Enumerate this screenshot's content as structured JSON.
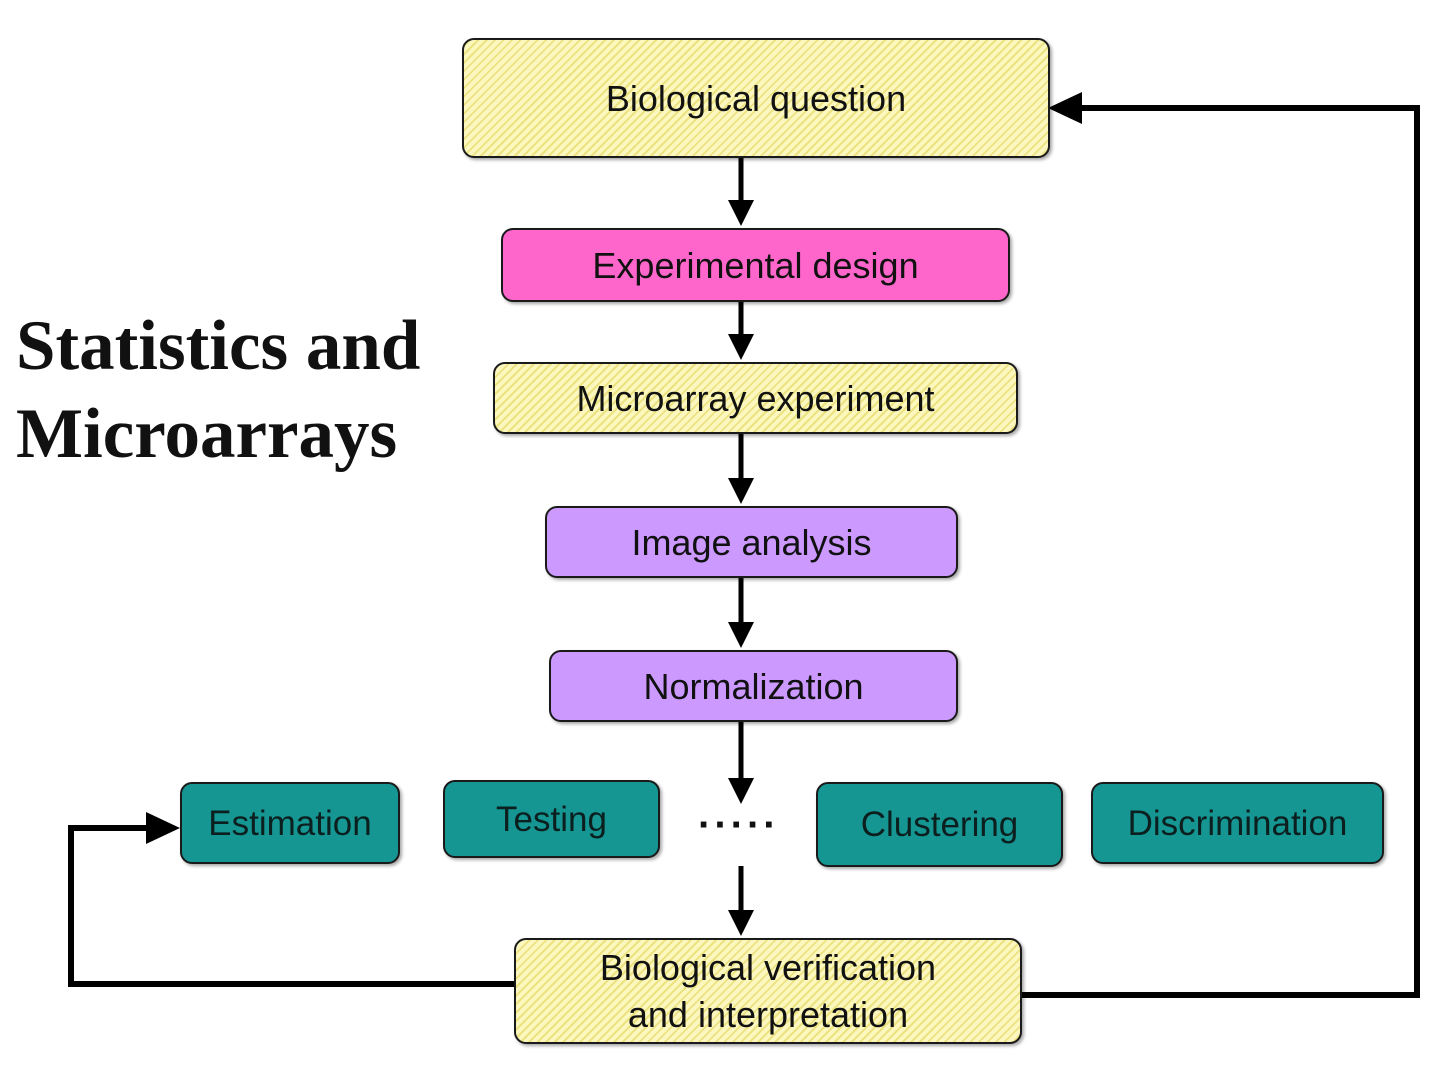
{
  "title": {
    "line1": "Statistics and",
    "line2": "Microarrays"
  },
  "nodes": {
    "biological_question": "Biological question",
    "experimental_design": "Experimental design",
    "microarray_experiment": "Microarray experiment",
    "image_analysis": "Image analysis",
    "normalization": "Normalization",
    "estimation": "Estimation",
    "testing": "Testing",
    "ellipsis": "·····",
    "clustering": "Clustering",
    "discrimination": "Discrimination",
    "verification_line1": "Biological verification",
    "verification_line2": "and interpretation"
  },
  "colors": {
    "hatched_fill": "#fbf7bf",
    "pink_fill": "#ff66cc",
    "lilac_fill": "#cc99ff",
    "teal_fill": "#159693",
    "arrow": "#000000"
  }
}
